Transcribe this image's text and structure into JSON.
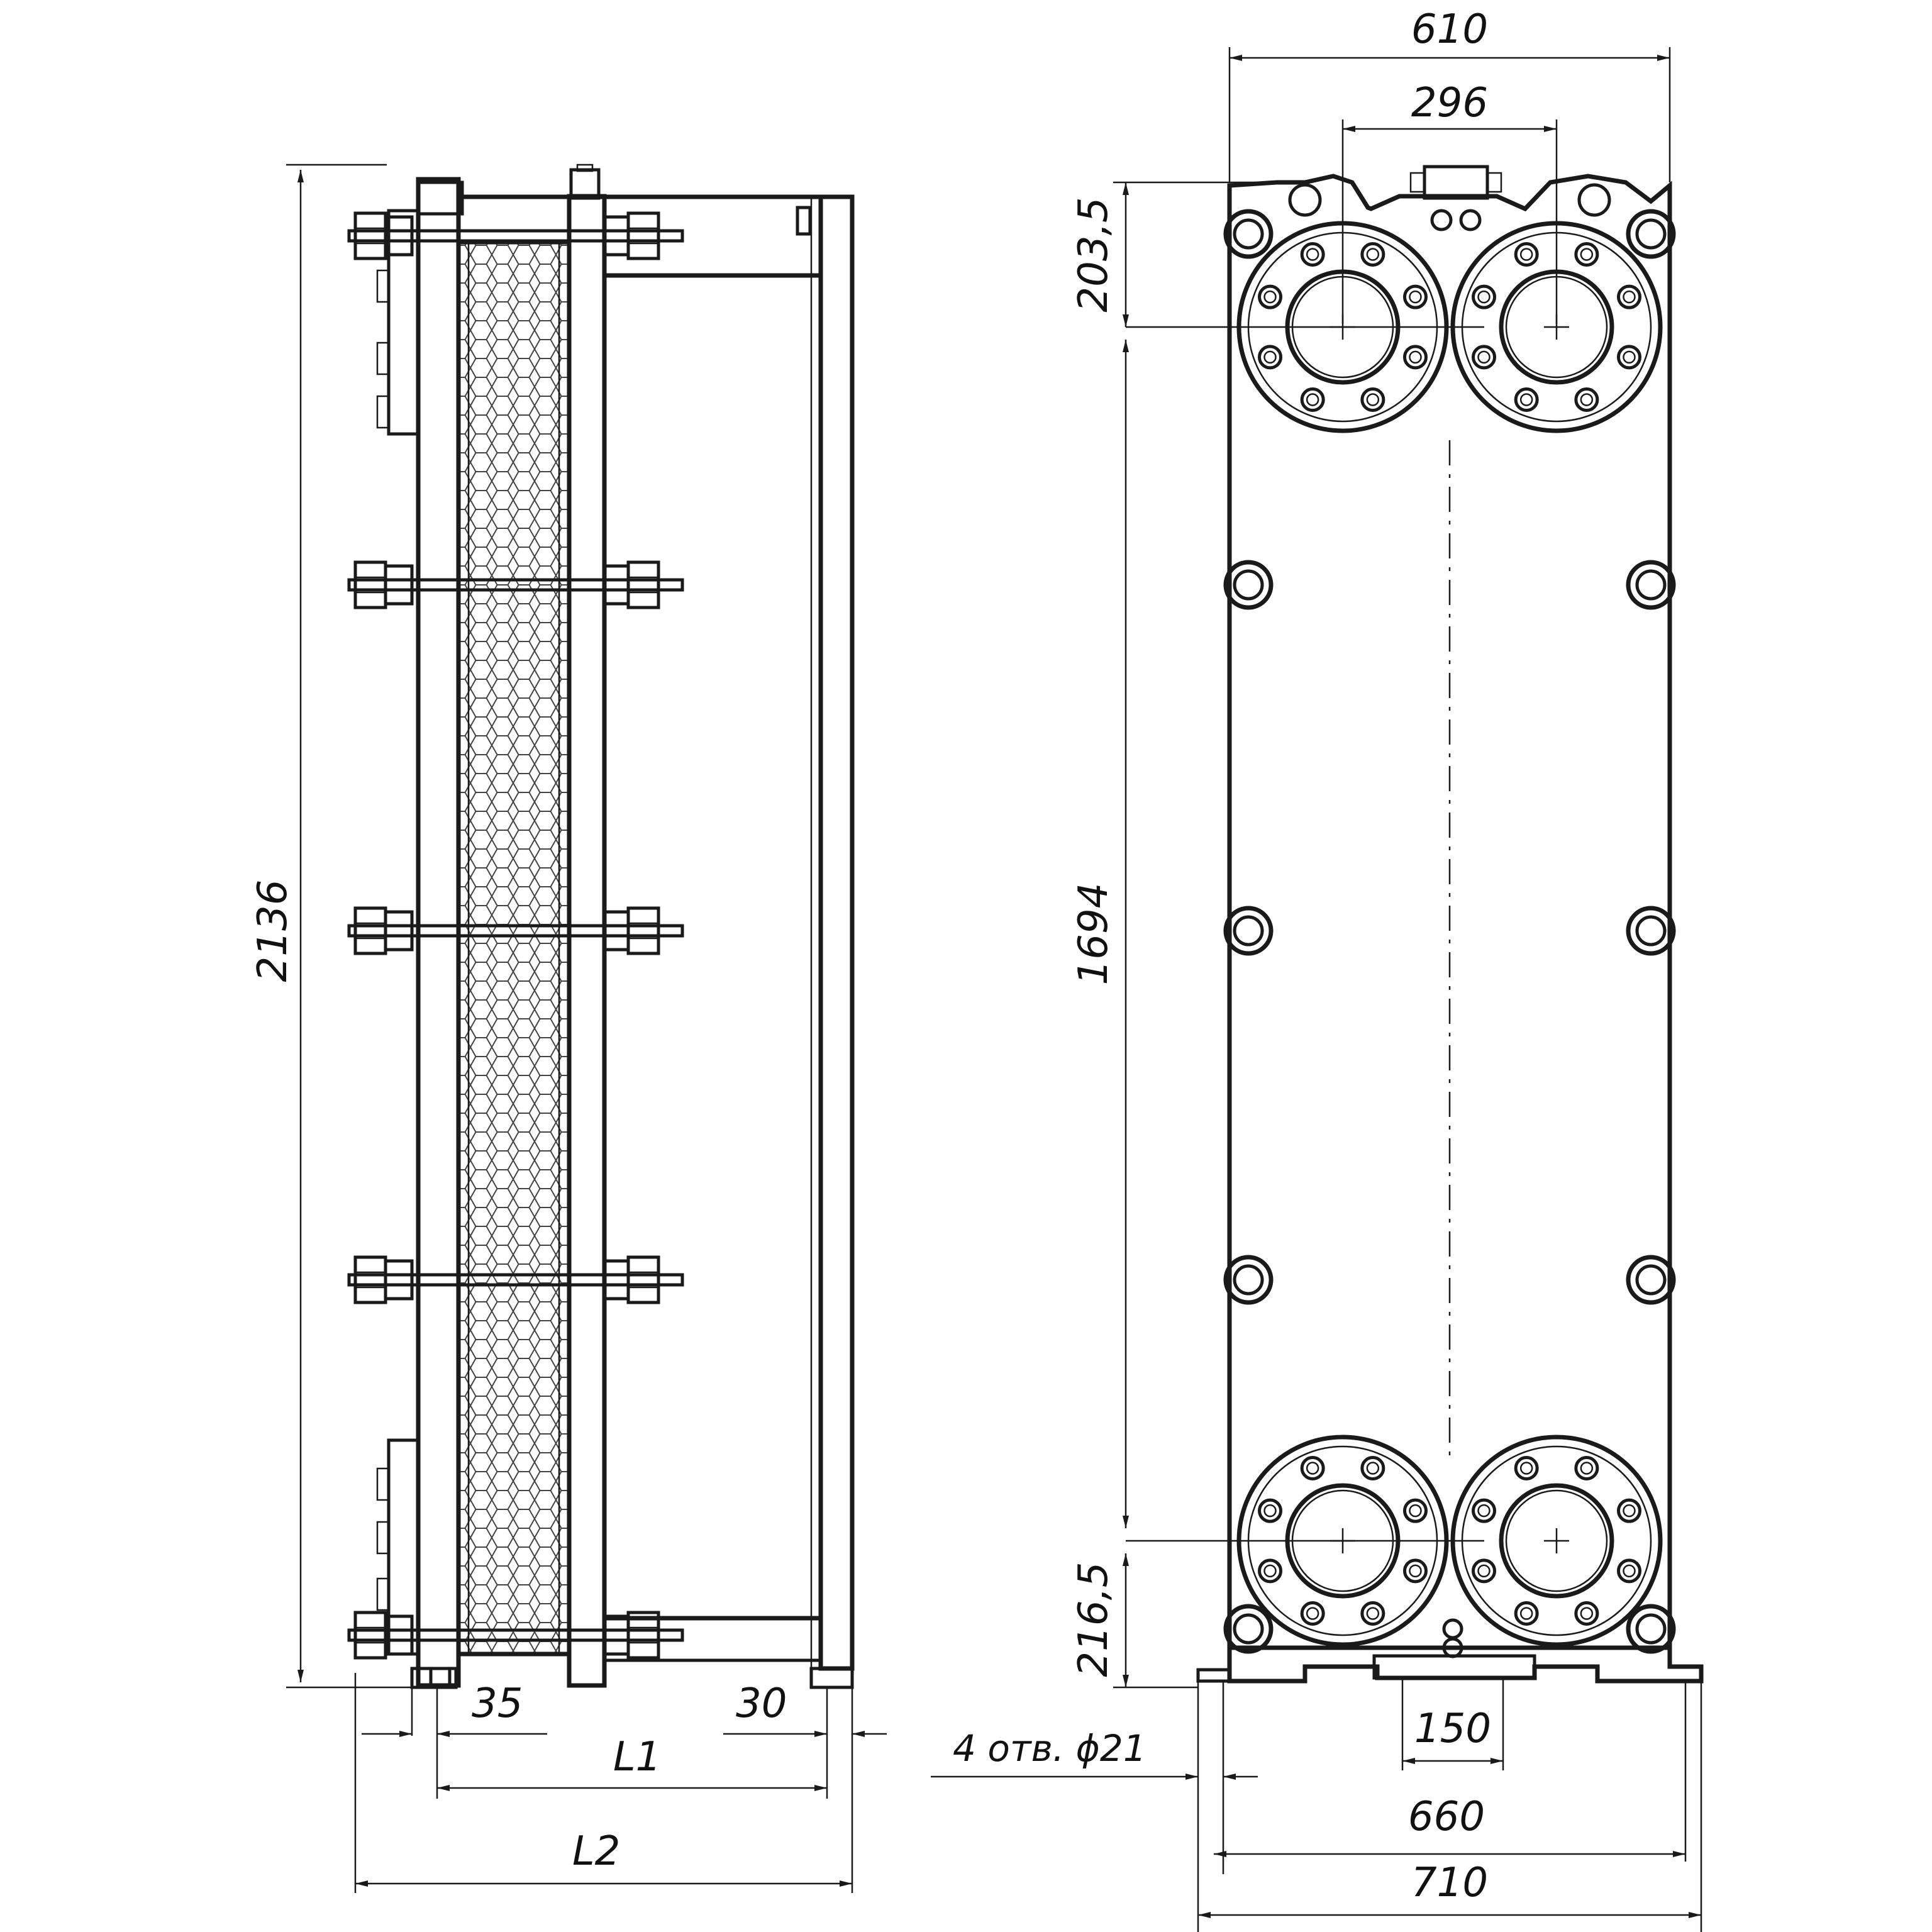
{
  "dimensions": {
    "overall_height": "2136",
    "width_610": "610",
    "port_spacing_296": "296",
    "top_offset": "203,5",
    "port_centers_vertical": "1694",
    "bottom_offset": "216,5",
    "left_foot_offset": "35",
    "right_foot_offset": "30",
    "length_l1": "L1",
    "length_l2": "L2",
    "base_slot": "150",
    "base_holes_spacing": "660",
    "base_width": "710",
    "holes_note": "4 отв. ϕ21"
  },
  "colors": {
    "line": "#1a1a1a",
    "background": "#ffffff"
  }
}
